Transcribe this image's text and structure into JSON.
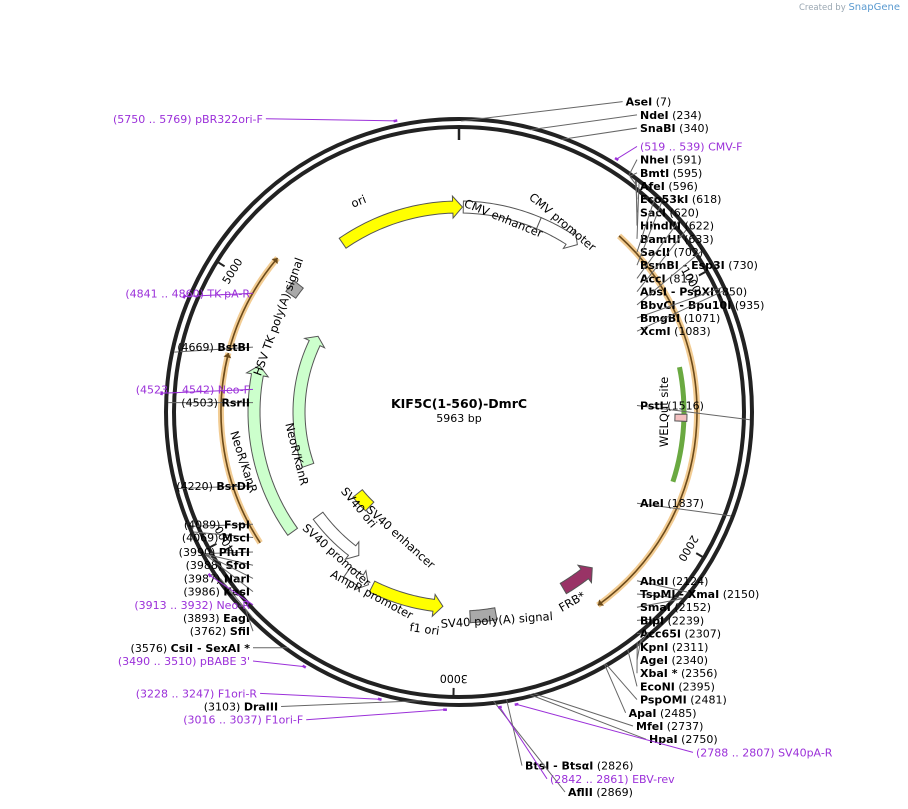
{
  "brand": {
    "prefix": "Created by",
    "name": "SnapGene"
  },
  "plasmid": {
    "name": "KIF5C(1-560)-DmrC",
    "size_label": "5963 bp",
    "length": 5963
  },
  "colors": {
    "backbone": "#222222",
    "primer": "#9b30d9",
    "site_line": "#666666",
    "ori": "#ffff00",
    "neo": "#ccffcc",
    "frb": "#993366",
    "polyA": "#a9a9a9",
    "cds_outline": "#e8a33a",
    "cds_inner": "#6b4a1a",
    "welqut": "#5aa02c"
  },
  "ticks": [
    {
      "bp": 1000,
      "label": "1000"
    },
    {
      "bp": 2000,
      "label": "2000"
    },
    {
      "bp": 3000,
      "label": "3000"
    },
    {
      "bp": 4000,
      "label": "4000"
    },
    {
      "bp": 5000,
      "label": "5000"
    }
  ],
  "sites": [
    {
      "name": "AseI",
      "pos": "(7)",
      "bp": 7,
      "side": "r"
    },
    {
      "name": "NdeI",
      "pos": "(234)",
      "bp": 234,
      "side": "r"
    },
    {
      "name": "SnaBI",
      "pos": "(340)",
      "bp": 340,
      "side": "r"
    },
    {
      "name": "NheI",
      "pos": "(591)",
      "bp": 591,
      "side": "r"
    },
    {
      "name": "BmtI",
      "pos": "(595)",
      "bp": 595,
      "side": "r"
    },
    {
      "name": "AfeI",
      "pos": "(596)",
      "bp": 596,
      "side": "r"
    },
    {
      "name": "Eco53kI",
      "pos": "(618)",
      "bp": 618,
      "side": "r"
    },
    {
      "name": "SacI",
      "pos": "(620)",
      "bp": 620,
      "side": "r"
    },
    {
      "name": "HindIII",
      "pos": "(622)",
      "bp": 622,
      "side": "r"
    },
    {
      "name": "BamHI",
      "pos": "(633)",
      "bp": 633,
      "side": "r"
    },
    {
      "name": "SacII",
      "pos": "(702)",
      "bp": 702,
      "side": "r"
    },
    {
      "name": "BsmBI - Esp3I",
      "pos": "(730)",
      "bp": 730,
      "side": "r"
    },
    {
      "name": "AccI",
      "pos": "(812)",
      "bp": 812,
      "side": "r"
    },
    {
      "name": "AbsI - PspXI",
      "pos": "(850)",
      "bp": 850,
      "side": "r"
    },
    {
      "name": "BbvCI - Bpu10I",
      "pos": "(935)",
      "bp": 935,
      "side": "r"
    },
    {
      "name": "BmgBI",
      "pos": "(1071)",
      "bp": 1071,
      "side": "r"
    },
    {
      "name": "XcmI",
      "pos": "(1083)",
      "bp": 1083,
      "side": "r"
    },
    {
      "name": "PstI",
      "pos": "(1516)",
      "bp": 1516,
      "side": "r"
    },
    {
      "name": "AleI",
      "pos": "(1837)",
      "bp": 1837,
      "side": "r"
    },
    {
      "name": "AhdI",
      "pos": "(2124)",
      "bp": 2124,
      "side": "r"
    },
    {
      "name": "TspMI - XmaI",
      "pos": "(2150)",
      "bp": 2150,
      "side": "r"
    },
    {
      "name": "SmaI",
      "pos": "(2152)",
      "bp": 2152,
      "side": "r"
    },
    {
      "name": "BlpI",
      "pos": "(2239)",
      "bp": 2239,
      "side": "r"
    },
    {
      "name": "Acc65I",
      "pos": "(2307)",
      "bp": 2307,
      "side": "r"
    },
    {
      "name": "KpnI",
      "pos": "(2311)",
      "bp": 2311,
      "side": "r"
    },
    {
      "name": "AgeI",
      "pos": "(2340)",
      "bp": 2340,
      "side": "r"
    },
    {
      "name": "XbaI *",
      "pos": "(2356)",
      "bp": 2356,
      "side": "r"
    },
    {
      "name": "EcoNI",
      "pos": "(2395)",
      "bp": 2395,
      "side": "r"
    },
    {
      "name": "PspOMI",
      "pos": "(2481)",
      "bp": 2481,
      "side": "r"
    },
    {
      "name": "ApaI",
      "pos": "(2485)",
      "bp": 2485,
      "side": "r"
    },
    {
      "name": "MfeI",
      "pos": "(2737)",
      "bp": 2737,
      "side": "r"
    },
    {
      "name": "HpaI",
      "pos": "(2750)",
      "bp": 2750,
      "side": "r"
    },
    {
      "name": "BtsI - BtsαI",
      "pos": "(2826)",
      "bp": 2826,
      "side": "r"
    },
    {
      "name": "AflII",
      "pos": "(2869)",
      "bp": 2869,
      "side": "r"
    },
    {
      "name": "DraIII",
      "pos": "(3103)",
      "bp": 3103,
      "side": "l"
    },
    {
      "name": "CsiI - SexAI *",
      "pos": "(3576)",
      "bp": 3576,
      "side": "l"
    },
    {
      "name": "SfiI",
      "pos": "(3762)",
      "bp": 3762,
      "side": "l"
    },
    {
      "name": "EagI",
      "pos": "(3893)",
      "bp": 3893,
      "side": "l"
    },
    {
      "name": "KasI",
      "pos": "(3986)",
      "bp": 3986,
      "side": "l"
    },
    {
      "name": "NarI",
      "pos": "(3987)",
      "bp": 3987,
      "side": "l"
    },
    {
      "name": "SfoI",
      "pos": "(3988)",
      "bp": 3988,
      "side": "l"
    },
    {
      "name": "PluTI",
      "pos": "(3990)",
      "bp": 3990,
      "side": "l"
    },
    {
      "name": "MscI",
      "pos": "(4069)",
      "bp": 4069,
      "side": "l"
    },
    {
      "name": "FspI",
      "pos": "(4089)",
      "bp": 4089,
      "side": "l"
    },
    {
      "name": "BsrDI",
      "pos": "(4220)",
      "bp": 4220,
      "side": "l"
    },
    {
      "name": "RsrII",
      "pos": "(4503)",
      "bp": 4503,
      "side": "l"
    },
    {
      "name": "BstBI",
      "pos": "(4669)",
      "bp": 4669,
      "side": "l"
    }
  ],
  "primers": [
    {
      "name": "CMV-F",
      "pos": "(519 .. 539)",
      "bp": 529,
      "side": "r"
    },
    {
      "name": "SV40pA-R",
      "pos": "(2788 .. 2807)",
      "bp": 2797,
      "side": "r"
    },
    {
      "name": "EBV-rev",
      "pos": "(2842 .. 2861)",
      "bp": 2851,
      "side": "r"
    },
    {
      "name": "F1ori-F",
      "pos": "(3016 .. 3037)",
      "bp": 3026,
      "side": "l"
    },
    {
      "name": "F1ori-R",
      "pos": "(3228 .. 3247)",
      "bp": 3237,
      "side": "l"
    },
    {
      "name": "pBABE 3'",
      "pos": "(3490 .. 3510)",
      "bp": 3500,
      "side": "l"
    },
    {
      "name": "Neo-R",
      "pos": "(3913 .. 3932)",
      "bp": 3922,
      "side": "l"
    },
    {
      "name": "Neo-F",
      "pos": "(4523 .. 4542)",
      "bp": 4532,
      "side": "l"
    },
    {
      "name": "TK-pA-R",
      "pos": "(4841 .. 4860)",
      "bp": 4850,
      "side": "l"
    },
    {
      "name": "pBR322ori-F",
      "pos": "(5750 .. 5769)",
      "bp": 5759,
      "side": "l"
    }
  ],
  "features": [
    {
      "name": "ori",
      "label": "ori",
      "start": 5390,
      "end": 5979,
      "dir": 1,
      "ring": 205,
      "kind": "ori"
    },
    {
      "name": "cmv-enhancer",
      "label": "CMV enhancer",
      "start": 20,
      "end": 380,
      "dir": 0,
      "ring": 205,
      "kind": "outline"
    },
    {
      "name": "cmv-promoter",
      "label": "CMV promoter",
      "start": 380,
      "end": 584,
      "dir": 1,
      "ring": 205,
      "kind": "outline"
    },
    {
      "name": "welqut-site",
      "label": "WELQut site",
      "start": 1500,
      "end": 1530,
      "dir": 0,
      "ring": 222,
      "kind": "site"
    },
    {
      "name": "frb",
      "label": "FRB*",
      "start": 2310,
      "end": 2475,
      "dir": -1,
      "ring": 205,
      "kind": "frb"
    },
    {
      "name": "sv40-polya",
      "label": "SV40 poly(A) signal",
      "start": 2810,
      "end": 2930,
      "dir": 0,
      "ring": 205,
      "kind": "polyA"
    },
    {
      "name": "f1-ori",
      "label": "f1 ori",
      "start": 3060,
      "end": 3420,
      "dir": -1,
      "ring": 195,
      "kind": "ori"
    },
    {
      "name": "ampr-promoter",
      "label": "AmpR promoter",
      "start": 3440,
      "end": 3560,
      "dir": -1,
      "ring": 195,
      "kind": "outline"
    },
    {
      "name": "sv40-promoter",
      "label": "SV40 promoter",
      "start": 3560,
      "end": 3870,
      "dir": -1,
      "ring": 175,
      "kind": "outline"
    },
    {
      "name": "sv40-ori",
      "label": "SV40 ori",
      "start": 3700,
      "end": 3830,
      "dir": 0,
      "ring": 130,
      "kind": "ori"
    },
    {
      "name": "sv40-enhancer",
      "label": "SV40 enhancer",
      "start": 3580,
      "end": 3700,
      "dir": 0,
      "ring": 130,
      "kind": "none"
    },
    {
      "name": "neor-kanr-outer",
      "label": "NeoR/KanR",
      "start": 3880,
      "end": 4690,
      "dir": 1,
      "ring": 205,
      "kind": "neo"
    },
    {
      "name": "neor-kanr-inner",
      "label": "NeoR/KanR",
      "start": 4150,
      "end": 4940,
      "dir": 1,
      "ring": 160,
      "kind": "neo"
    },
    {
      "name": "hsv-tk-polya",
      "label": "HSV TK poly(A) signal",
      "start": 5050,
      "end": 5110,
      "dir": 0,
      "ring": 205,
      "kind": "polyA"
    }
  ],
  "cds_arcs": [
    {
      "name": "cds-arc-kif5c",
      "start": 700,
      "end": 2390,
      "dir": 1,
      "ring": 238
    },
    {
      "name": "cds-arc-neo",
      "start": 3920,
      "end": 4710,
      "dir": 1,
      "ring": 238
    },
    {
      "name": "cds-arc-tk",
      "start": 4720,
      "end": 5140,
      "dir": 1,
      "ring": 238
    }
  ]
}
